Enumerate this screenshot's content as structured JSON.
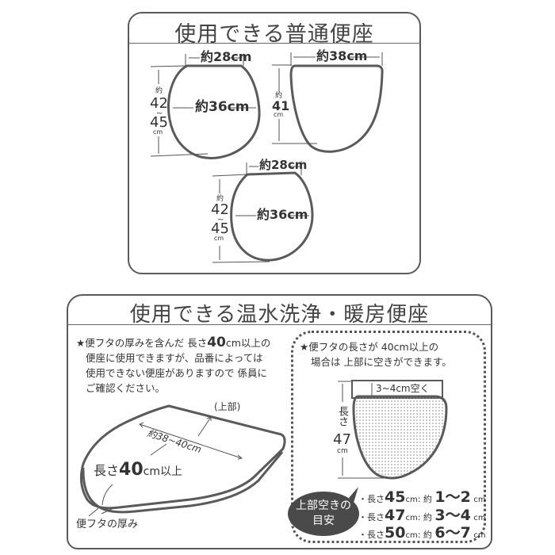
{
  "top_panel": {
    "title": "使用できる普通便座",
    "seats": [
      {
        "id": "seat-a",
        "width_label": "約28cm",
        "width_value": "28",
        "height_label_prefix": "約",
        "height_from": "42",
        "height_tilde": "~",
        "height_to": "45",
        "height_unit": "cm",
        "inner_width_label": "約36cm",
        "inner_width_value": "36"
      },
      {
        "id": "seat-b",
        "width_label": "約38cm",
        "width_value": "38",
        "height_label_prefix": "約",
        "height_value": "41",
        "height_unit": "cm"
      },
      {
        "id": "seat-c",
        "width_label": "約28cm",
        "width_value": "28",
        "height_label_prefix": "約",
        "height_from": "42",
        "height_tilde": "~",
        "height_to": "45",
        "height_unit": "cm",
        "inner_width_label": "約36cm",
        "inner_width_value": "36"
      }
    ]
  },
  "bottom_panel": {
    "title": "使用できる温水洗浄・暖房便座",
    "left_note": {
      "star": "★",
      "line1_a": "便フタの厚みを含んだ 長さ",
      "line1_num": "40",
      "line1_b": "cm以上の",
      "line2": "便座に使用できますが、品番によっては",
      "line3": "使用できない便座がありますので 係員に",
      "line4": "ご確認ください。"
    },
    "lid_diagram": {
      "top_label": "(上部)",
      "width_label": "約38~40cm",
      "length_prefix": "長さ",
      "length_value": "40",
      "length_suffix": "cm以上",
      "thickness_label": "便フタの厚み"
    },
    "right_note": {
      "star": "★",
      "line1": "便フタの長さが 40cm以上の",
      "line2": "場合は 上部に空きができます。"
    },
    "gap_diagram": {
      "gap_label": "3~4cm空く",
      "length_prefix": "長さ",
      "length_value": "47",
      "length_unit": "cm"
    },
    "guide_badge": {
      "line1": "上部空きの",
      "line2": "目安"
    },
    "guide_rows": [
      {
        "prefix": "・長さ",
        "length": "45",
        "length_unit": "cm",
        "sep": ": 約",
        "from": "1",
        "tilde": "〜",
        "to": "2",
        "unit": "cm"
      },
      {
        "prefix": "・長さ",
        "length": "47",
        "length_unit": "cm",
        "sep": ": 約",
        "from": "3",
        "tilde": "〜",
        "to": "4",
        "unit": "cm"
      },
      {
        "prefix": "・長さ",
        "length": "50",
        "length_unit": "cm",
        "sep": ": 約",
        "from": "6",
        "tilde": "〜",
        "to": "7",
        "unit": "cm"
      }
    ]
  },
  "colors": {
    "line": "#5a5a5a",
    "text": "#333333",
    "badge_bg": "#4a4a4a",
    "dots": "#8a8a8a"
  }
}
